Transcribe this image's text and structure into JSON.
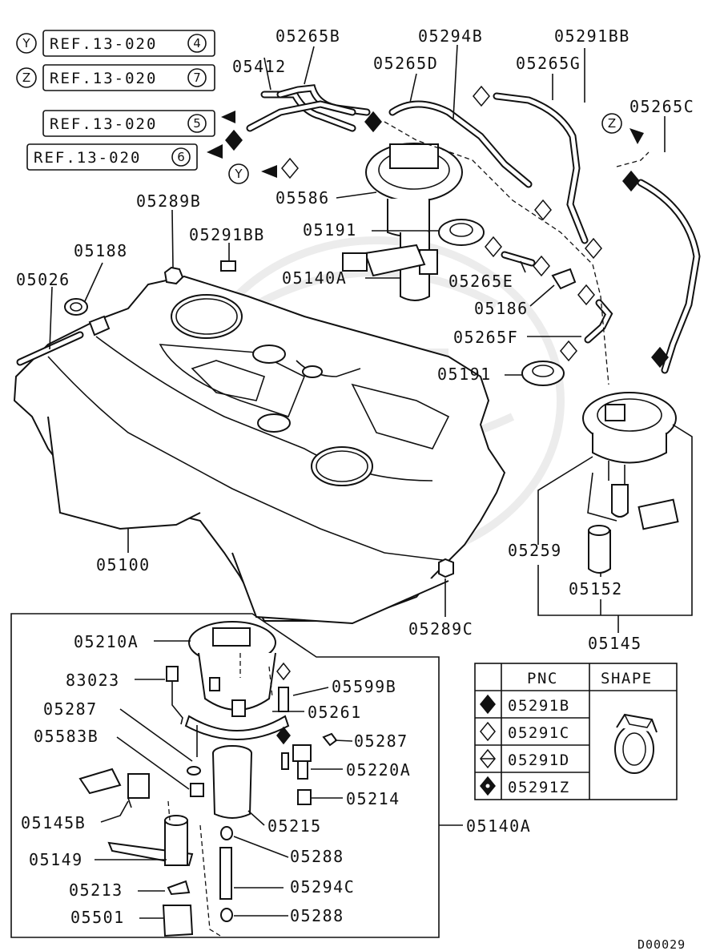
{
  "diagram_code": "D00029",
  "references": [
    {
      "marker": "Y",
      "ref": "REF.13-020",
      "sheet": "4"
    },
    {
      "marker": "Z",
      "ref": "REF.13-020",
      "sheet": "7"
    },
    {
      "marker": "",
      "ref": "REF.13-020",
      "sheet": "5"
    },
    {
      "marker": "",
      "ref": "REF.13-020",
      "sheet": "6"
    }
  ],
  "flow_markers": {
    "y": "Y",
    "z": "Z"
  },
  "part_labels": {
    "p05265B": "05265B",
    "p05294B": "05294B",
    "p05291BB_a": "05291BB",
    "p05412": "05412",
    "p05265D": "05265D",
    "p05265G": "05265G",
    "p05265C": "05265C",
    "p05586": "05586",
    "p05289B": "05289B",
    "p05191_a": "05191",
    "p05291BB_b": "05291BB",
    "p05188": "05188",
    "p05140A_a": "05140A",
    "p05265E": "05265E",
    "p05026": "05026",
    "p05186": "05186",
    "p05265F": "05265F",
    "p05191_b": "05191",
    "p05100": "05100",
    "p05259": "05259",
    "p05152": "05152",
    "p05289C": "05289C",
    "p05145": "05145",
    "p05210A": "05210A",
    "p83023": "83023",
    "p05599B": "05599B",
    "p05287_a": "05287",
    "p05261": "05261",
    "p05583B": "05583B",
    "p05287_b": "05287",
    "p05220A": "05220A",
    "p05214": "05214",
    "p05145B": "05145B",
    "p05215": "05215",
    "p05140A_b": "05140A",
    "p05149": "05149",
    "p05288_a": "05288",
    "p05213": "05213",
    "p05294C": "05294C",
    "p05501": "05501",
    "p05288_b": "05288"
  },
  "legend": {
    "col_pnc": "PNC",
    "col_shape": "SHAPE",
    "rows": [
      {
        "symbol": "diamond-filled",
        "pnc": "05291B"
      },
      {
        "symbol": "diamond-outline",
        "pnc": "05291C"
      },
      {
        "symbol": "diamond-half",
        "pnc": "05291D"
      },
      {
        "symbol": "diamond-dotted",
        "pnc": "05291Z"
      }
    ]
  }
}
